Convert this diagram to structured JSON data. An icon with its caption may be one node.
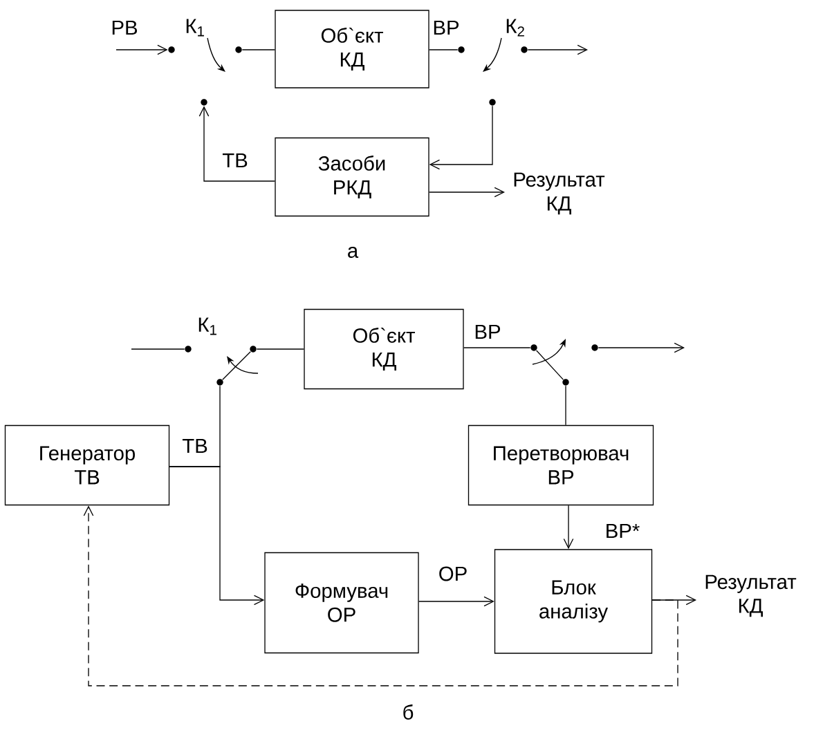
{
  "diagram": {
    "nodes": [
      {
        "text": [
          "Об`єкт КД"
        ]
      },
      {
        "text": [
          "Засоби РКД"
        ]
      },
      {
        "text": [
          "Результат КД"
        ]
      },
      {
        "text": [],
        "shape": "circle"
      },
      {
        "text": [],
        "shape": "circle"
      },
      {
        "text": [],
        "shape": "circle"
      },
      {
        "text": [],
        "shape": "circle"
      },
      {
        "text": [],
        "shape": "circle"
      },
      {
        "text": [],
        "shape": "circle"
      },
      {
        "text": [
          "Об`єкт КД"
        ]
      },
      {
        "text": [
          "Генератор ТВ"
        ]
      },
      {
        "text": [
          "Перетворювач ВР"
        ]
      },
      {
        "text": [
          "Формувач ОР"
        ]
      },
      {
        "text": [
          "Блок аналізу"
        ]
      },
      {
        "text": [
          "Результат КД"
        ]
      },
      {
        "text": [],
        "shape": "circle"
      },
      {
        "text": [],
        "shape": "circle"
      },
      {
        "text": [],
        "shape": "circle"
      },
      {
        "text": [],
        "shape": "circle"
      },
      {
        "text": [],
        "shape": "circle"
      },
      {
        "text": [],
        "shape": "circle"
      }
    ],
    "edges": [
      {
        "from": null,
        "to": 3,
        "arrow": "to",
        "label": "РВ"
      },
      {
        "from": 4,
        "to": 0,
        "arrow": "none"
      },
      {
        "from": 0,
        "to": 6,
        "arrow": "none",
        "label": "ВР"
      },
      {
        "from": 7,
        "to": null,
        "arrow": "to"
      },
      {
        "from": 1,
        "to": 5,
        "arrow": "to",
        "label": "ТВ"
      },
      {
        "from": 8,
        "to": 1,
        "arrow": "to"
      },
      {
        "from": 1,
        "to": 2,
        "arrow": "to"
      },
      {
        "from": null,
        "to": 15,
        "arrow": "none"
      },
      {
        "from": 16,
        "to": 9,
        "arrow": "none"
      },
      {
        "from": 9,
        "to": 18,
        "arrow": "none",
        "label": "ВР"
      },
      {
        "from": 19,
        "to": null,
        "arrow": "to"
      },
      {
        "from": 17,
        "to": 16,
        "arrow": "none"
      },
      {
        "from": 18,
        "to": 20,
        "arrow": "none"
      },
      {
        "from": 10,
        "to": 17,
        "arrow": "none",
        "label": "ТВ"
      },
      {
        "from": 10,
        "to": 12,
        "arrow": "to"
      },
      {
        "from": 20,
        "to": 11,
        "arrow": "none"
      },
      {
        "from": 11,
        "to": 13,
        "arrow": "to",
        "label": "ВР*"
      },
      {
        "from": 12,
        "to": 13,
        "arrow": "to",
        "label": "ОР"
      },
      {
        "from": 13,
        "to": 14,
        "arrow": "to"
      },
      {
        "from": 13,
        "to": 10,
        "arrow": "to",
        "style": "dashed"
      }
    ],
    "labels": [
      "К$_{1}$",
      "К$_{2}$",
      "а",
      "К$_{1}$",
      "б"
    ]
  }
}
